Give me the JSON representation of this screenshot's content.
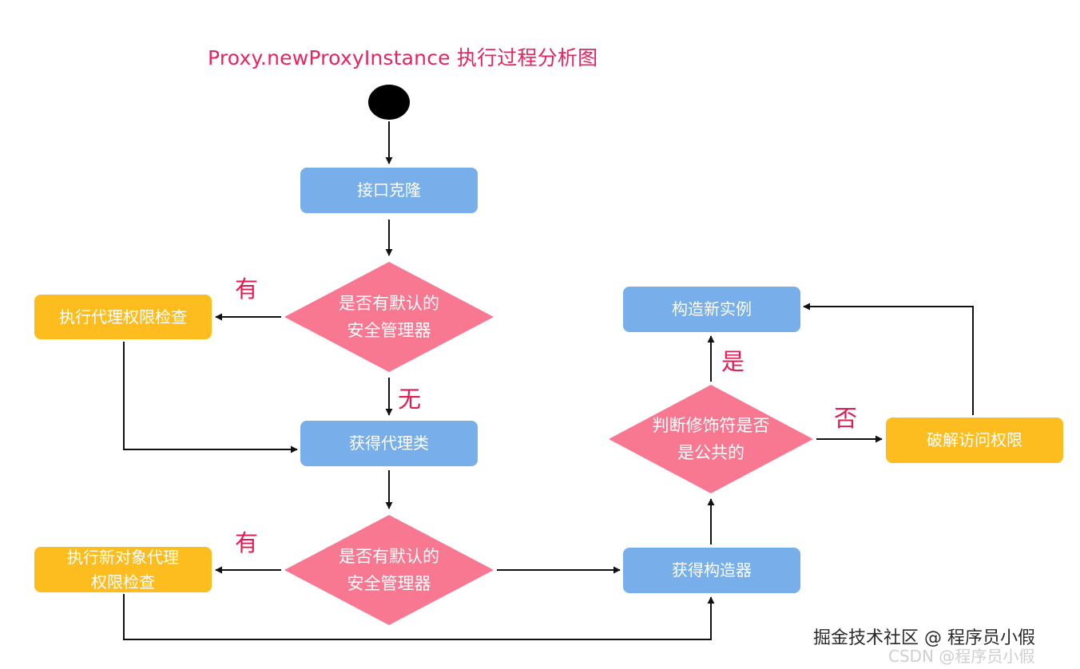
{
  "title": "Proxy.newProxyInstance 执行过程分析图",
  "nodes": {
    "clone": "接口克隆",
    "check1": "是否有默认的\n安全管理器",
    "perm1": "执行代理权限检查",
    "getProxyClass": "获得代理类",
    "check2": "是否有默认的\n安全管理器",
    "perm2": "执行新对象代理\n权限检查",
    "getConstructor": "获得构造器",
    "isPublic": "判断修饰符是否\n是公共的",
    "crack": "破解访问权限",
    "newInstance": "构造新实例"
  },
  "edge_labels": {
    "has1": "有",
    "none1": "无",
    "has2": "有",
    "yes": "是",
    "no": "否"
  },
  "watermark": "掘金技术社区 @ 程序员小假",
  "csdn_watermark": "CSDN @程序员小假",
  "colors": {
    "title": "#e8245e",
    "process_blue": "#78aeea",
    "process_yellow": "#fdbd1f",
    "decision_pink": "#f87891",
    "edge_label": "#e01d52",
    "arrow": "#111111"
  }
}
